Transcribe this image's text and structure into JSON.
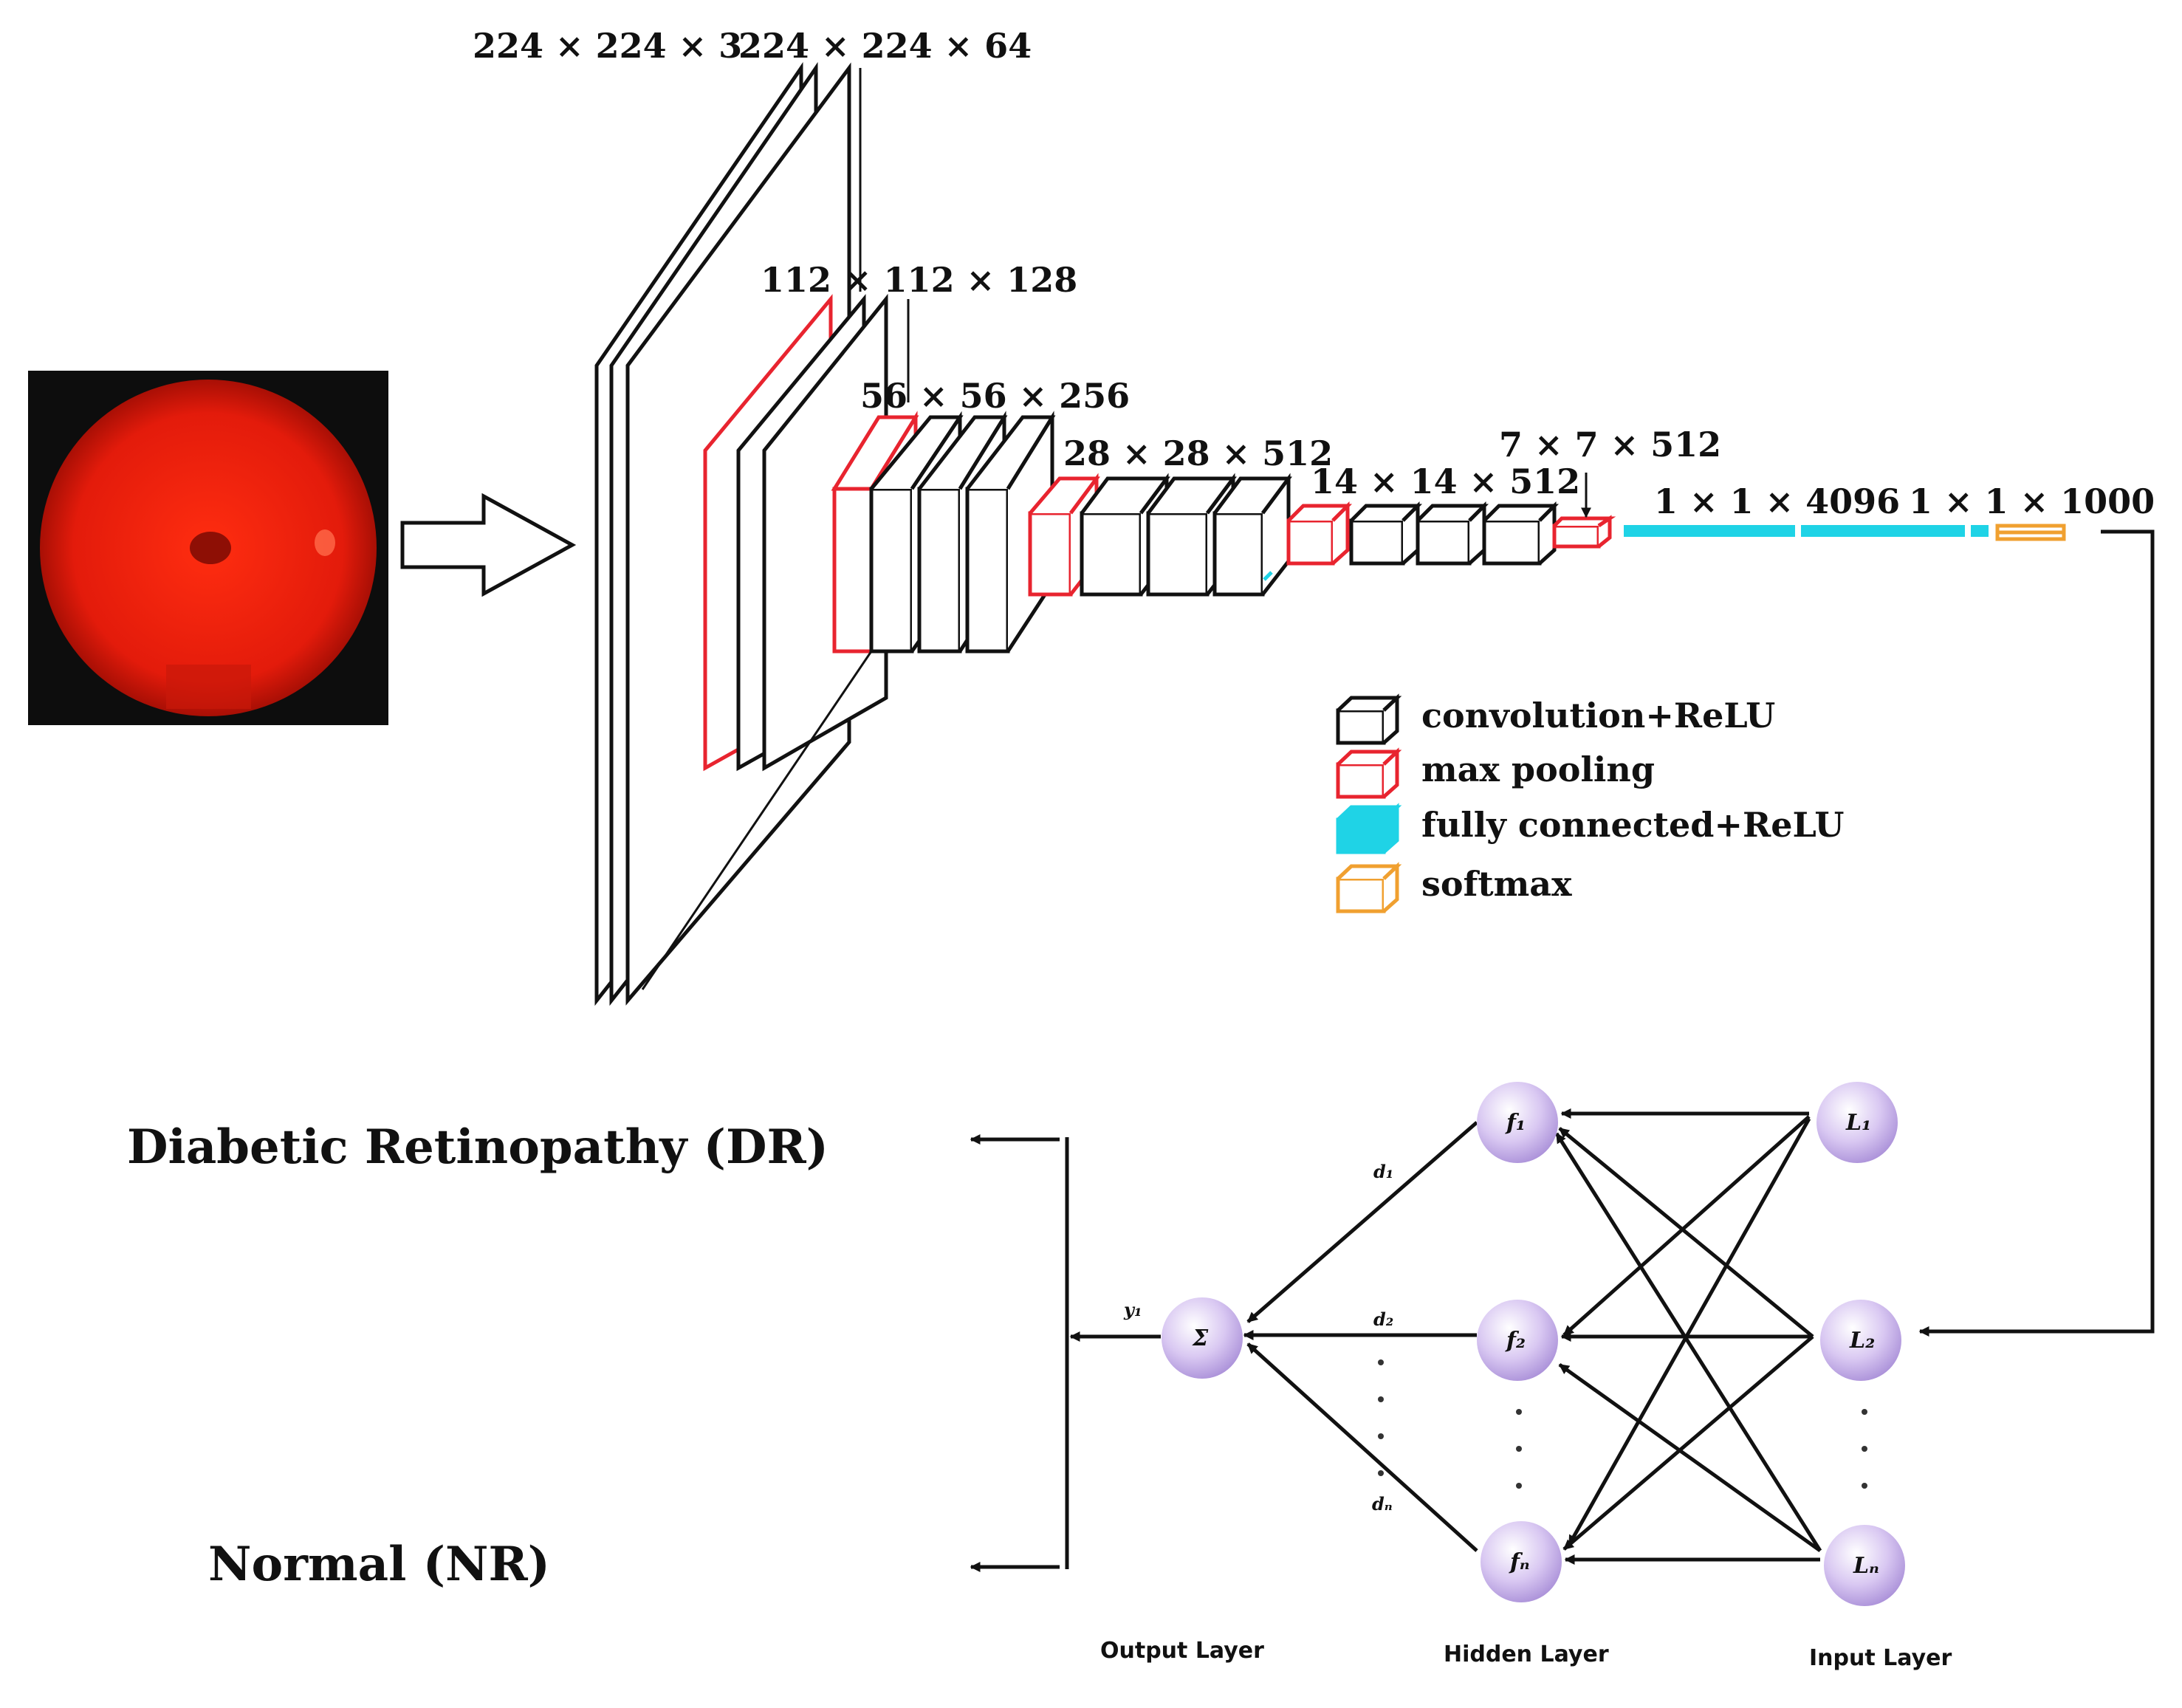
{
  "colors": {
    "convolution_relu": "#111111",
    "max_pooling": "#e8242f",
    "fully_connected_relu": "#1fd3e6",
    "softmax": "#f0a030",
    "fundus_background": "#0d0d0d",
    "fundus_red": "#e31b0b",
    "neuron_fill": "#c8b3ec"
  },
  "input_image": {
    "description_icon": "retina-fundus-image"
  },
  "cnn": {
    "dimensions": {
      "input": "224 × 224 × 3",
      "block1": "224 × 224 × 64",
      "block2": "112 × 112 × 128",
      "block3": "56 × 56 × 256",
      "block4": "28 × 28 × 512",
      "block5": "14 × 14 × 512",
      "pool5": "7 × 7 × 512",
      "fc": "1 × 1 × 4096",
      "softmax": "1 × 1 × 1000"
    }
  },
  "legend": {
    "convolution_relu": "convolution+ReLU",
    "max_pooling": "max pooling",
    "fully_connected_relu": "fully connected+ReLU",
    "softmax": "softmax"
  },
  "outputs": {
    "dr": "Diabetic Retinopathy (DR)",
    "normal": "Normal (NR)"
  },
  "ann": {
    "output_layer": "Output Layer",
    "hidden_layer": "Hidden Layer",
    "input_layer": "Input Layer",
    "output_node": "Σ",
    "hidden_nodes": [
      "f₁",
      "f₂",
      "fₙ"
    ],
    "input_nodes": [
      "L₁",
      "L₂",
      "Lₙ"
    ],
    "weights": [
      "d₁",
      "d₂",
      "dₙ"
    ],
    "output_signal": "y₁"
  }
}
